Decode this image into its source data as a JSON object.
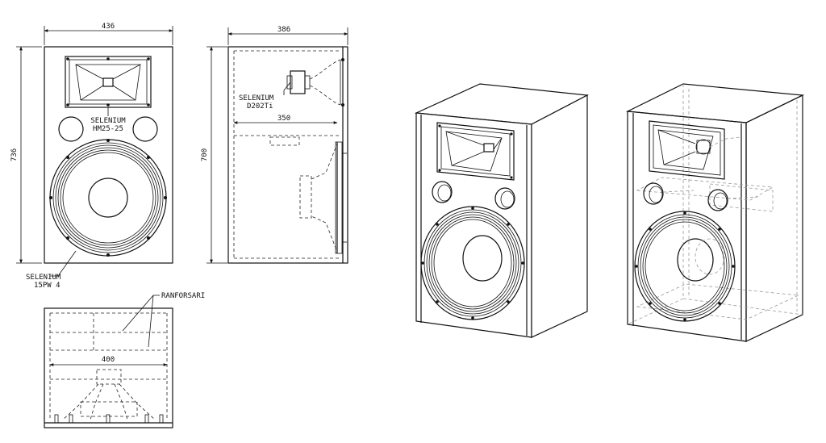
{
  "front_view": {
    "width_dim": "436",
    "height_dim": "736",
    "horn_label_1": "SELENIUM",
    "horn_label_2": "HM25-25",
    "woofer_label_1": "SELENIUM",
    "woofer_label_2": "15PW 4"
  },
  "side_view": {
    "depth_dim": "386",
    "height_dim": "700",
    "driver_label_1": "SELENIUM",
    "driver_label_2": "D202Ti",
    "inner_dim": "350"
  },
  "top_view": {
    "brace_label": "RANFORSARI",
    "inner_width_dim": "400"
  }
}
